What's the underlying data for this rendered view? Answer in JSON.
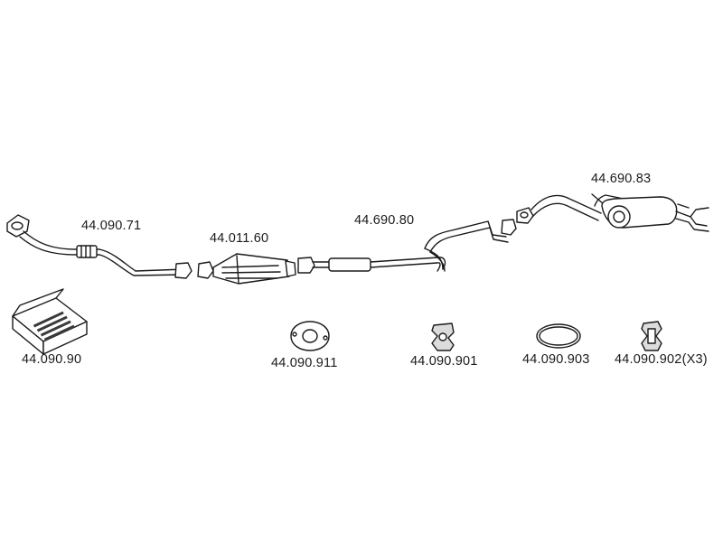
{
  "parts": {
    "front_pipe": "44.090.71",
    "catalytic_converter": "44.011.60",
    "centre_silencer": "44.690.80",
    "rear_silencer": "44.690.83",
    "fitting_kit": "44.090.90",
    "gasket": "44.090.911",
    "rubber_mount": "44.090.901",
    "seal_ring": "44.090.903",
    "rubber_mount_x3": "44.090.902(X3)"
  }
}
